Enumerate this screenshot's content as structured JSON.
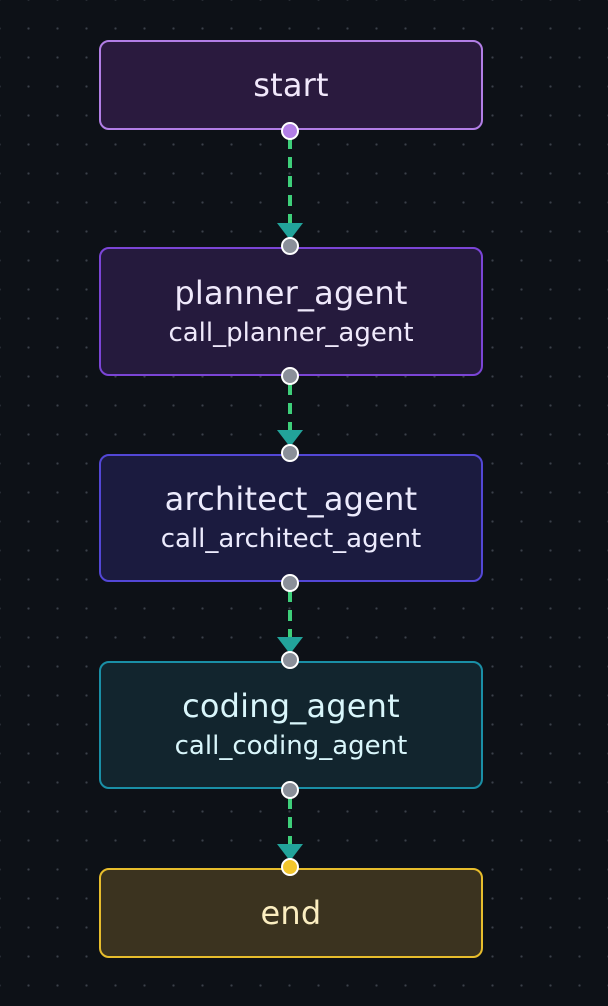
{
  "nodes": {
    "start": {
      "title": "start"
    },
    "planner": {
      "title": "planner_agent",
      "subtitle": "call_planner_agent"
    },
    "architect": {
      "title": "architect_agent",
      "subtitle": "call_architect_agent"
    },
    "coding": {
      "title": "coding_agent",
      "subtitle": "call_coding_agent"
    },
    "end": {
      "title": "end"
    }
  },
  "colors": {
    "canvas_background": "#0d1117",
    "edge": "#3ecf7a",
    "arrowhead": "#22a39a",
    "handle_default": "#8a8f99",
    "handle_start": "#b27ee6",
    "handle_end": "#f2c62d"
  }
}
